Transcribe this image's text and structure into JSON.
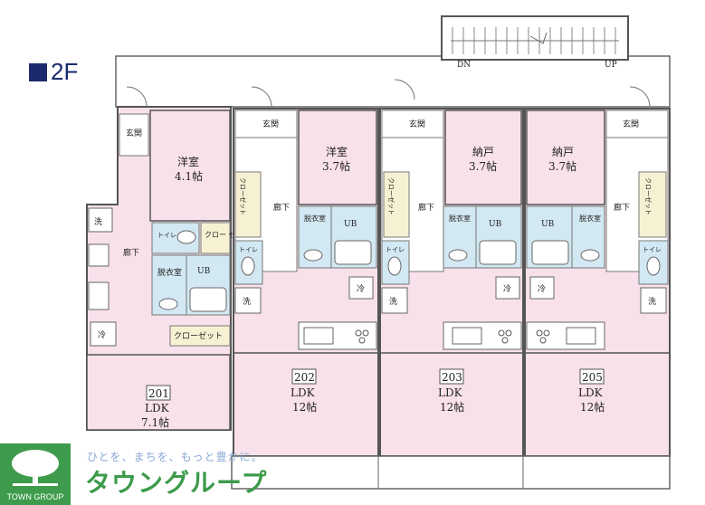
{
  "floor": {
    "label": "2F"
  },
  "stairs": {
    "down": "DN",
    "up": "UP"
  },
  "rooms": {
    "r201": {
      "unit": "201",
      "type": "LDK",
      "size": "7.1帖",
      "entrance": "玄関",
      "western": "洋室",
      "western_size": "4.1帖",
      "corridor": "廊下",
      "toilet": "トイレ",
      "closet": "クローゼット",
      "washroom": "脱衣室",
      "bath": "UB",
      "closet_small": "クロー\nゼット",
      "laundry": "洗",
      "fridge": "冷"
    },
    "r202": {
      "unit": "202",
      "type": "LDK",
      "size": "12帖",
      "entrance": "玄関",
      "western": "洋室",
      "western_size": "3.7帖",
      "corridor": "廊下",
      "toilet": "トイレ",
      "closet": "クローゼット",
      "washroom": "脱衣室",
      "bath": "UB",
      "laundry": "洗",
      "fridge": "冷"
    },
    "r203": {
      "unit": "203",
      "type": "LDK",
      "size": "12帖",
      "entrance": "玄関",
      "storage": "納戸",
      "storage_size": "3.7帖",
      "corridor": "廊下",
      "toilet": "トイレ",
      "closet": "クローゼット",
      "washroom": "脱衣室",
      "bath": "UB",
      "laundry": "洗",
      "fridge": "冷"
    },
    "r205": {
      "unit": "205",
      "type": "LDK",
      "size": "12帖",
      "entrance": "玄関",
      "storage": "納戸",
      "storage_size": "3.7帖",
      "corridor": "廊下",
      "toilet": "トイレ",
      "closet": "クローゼット",
      "washroom": "脱衣室",
      "bath": "UB",
      "laundry": "洗",
      "fridge": "冷"
    }
  },
  "branding": {
    "slogan": "ひとを、まちを、もっと豊かに。",
    "name_ja": "タウングループ",
    "name_en": "TOWN GROUP"
  },
  "colors": {
    "room_pink": "#f8e1ea",
    "bath_blue": "#d2e8f2",
    "closet_yellow": "#f7f1d3",
    "wall": "#555555",
    "brand_green": "#3e9b4b"
  }
}
